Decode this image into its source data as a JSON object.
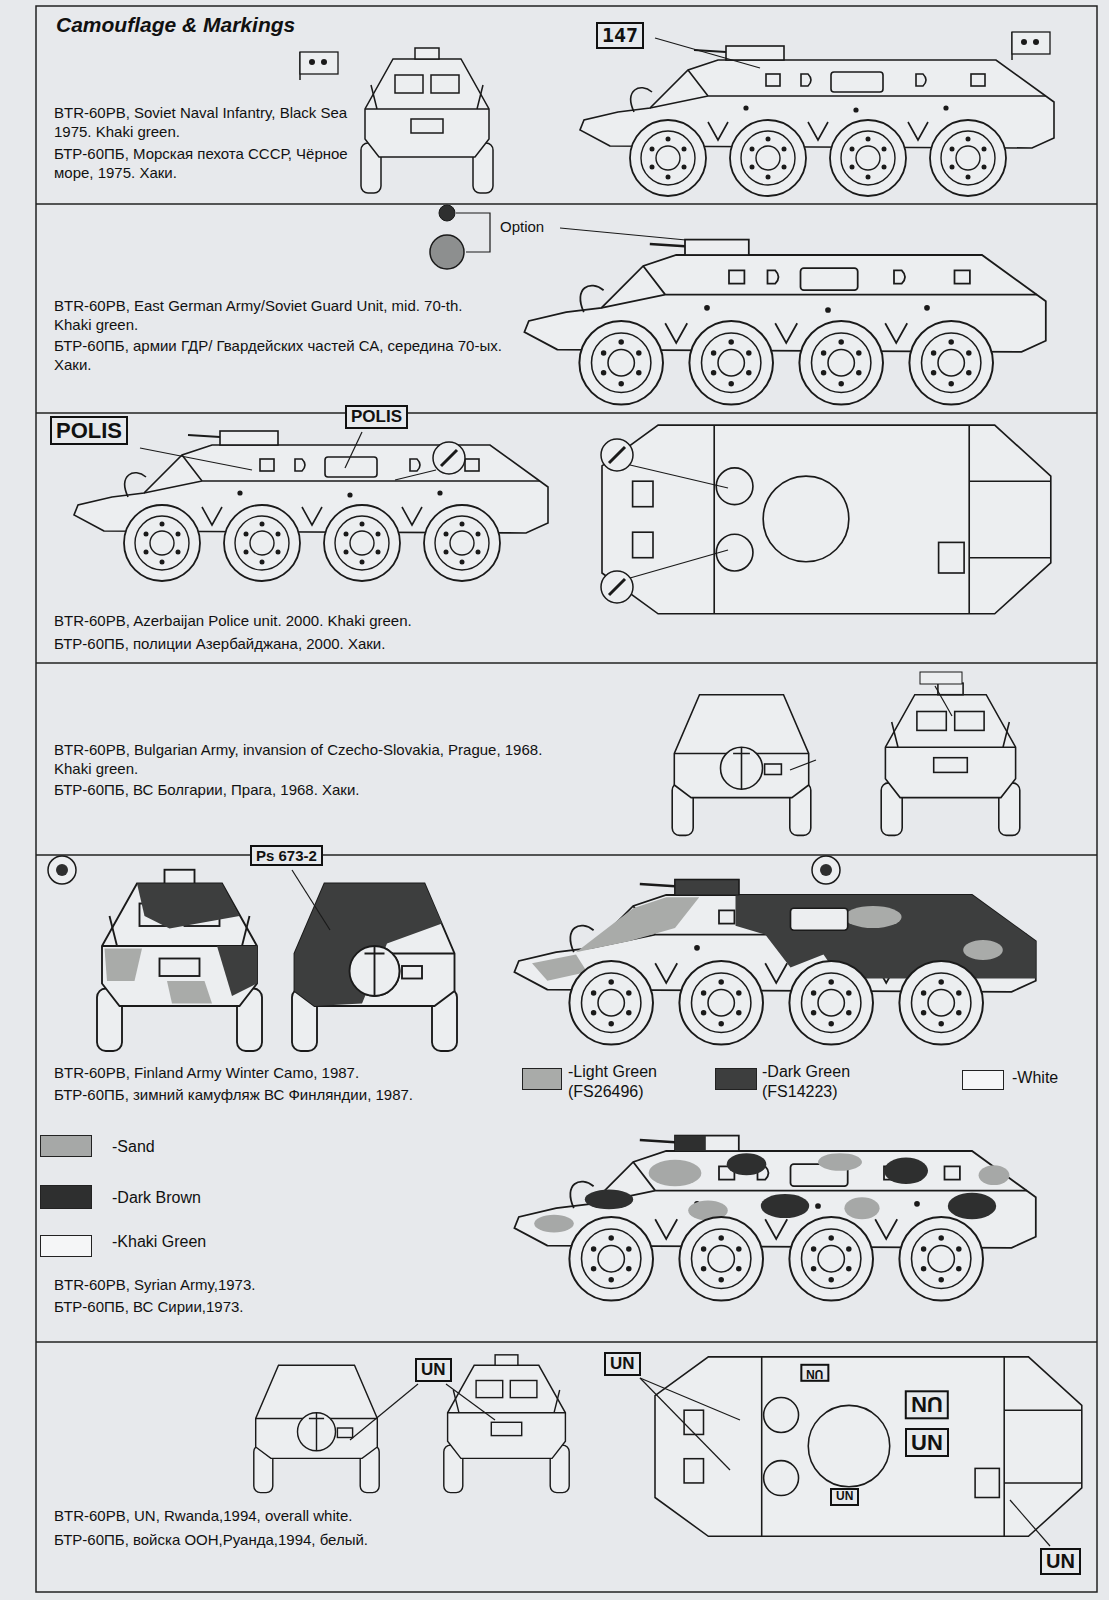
{
  "diagram": {
    "title": "Camouflage & Markings",
    "labels": [
      "BTR-60PB, Soviet Naval Infantry, Black Sea 1975. Khaki green.",
      "БТР-60ПБ, Морская пехота СССР, Чёрное море, 1975. Хаки.",
      "147",
      "Option",
      "BTR-60PB, East German Army/Soviet Guard Unit, mid. 70-th. Khaki green.",
      "БТР-60ПБ, армии ГДР/ Гвардейских частей СА, середина 70-ых. Хаки.",
      "POLIS",
      "POLIS",
      "BTR-60PB, Azerbaijan Police unit. 2000. Khaki green.",
      "БТР-60ПБ, полиции Азербайджана, 2000. Хаки.",
      "BTR-60PB, Bulgarian Army, invansion of Czecho-Slovakia, Prague, 1968. Khaki green.",
      "БТР-60ПБ, ВС Болгарии, Прага, 1968. Хаки.",
      "Ps 673-2",
      "BTR-60PB, Finland Army Winter Camo, 1987.",
      "БТР-60ПБ, зимний камуфляж ВС Финляндии, 1987.",
      "BTR-60PB, Syrian Army,1973.",
      "БТР-60ПБ, ВС Сирии,1973.",
      "UN",
      "UN",
      "UN",
      "UN",
      "UN",
      "UN",
      "UN",
      "BTR-60PB, UN, Rwanda,1994, overall white.",
      "БТР-60ПБ, войска ООН,Руанда,1994, белый."
    ],
    "legend": [
      {
        "text": "-Light Green (FS26496)",
        "color": "#a9aba9"
      },
      {
        "text": "-Dark Green (FS14223)",
        "color": "#3d3e3e"
      },
      {
        "text": "-White",
        "color": "#f5f6f7"
      },
      {
        "text": "-Sand",
        "color": "#a6a8a7"
      },
      {
        "text": "-Dark Brown",
        "color": "#2e2f2f"
      },
      {
        "text": "-Khaki Green",
        "color": "#f5f6f7"
      }
    ]
  }
}
